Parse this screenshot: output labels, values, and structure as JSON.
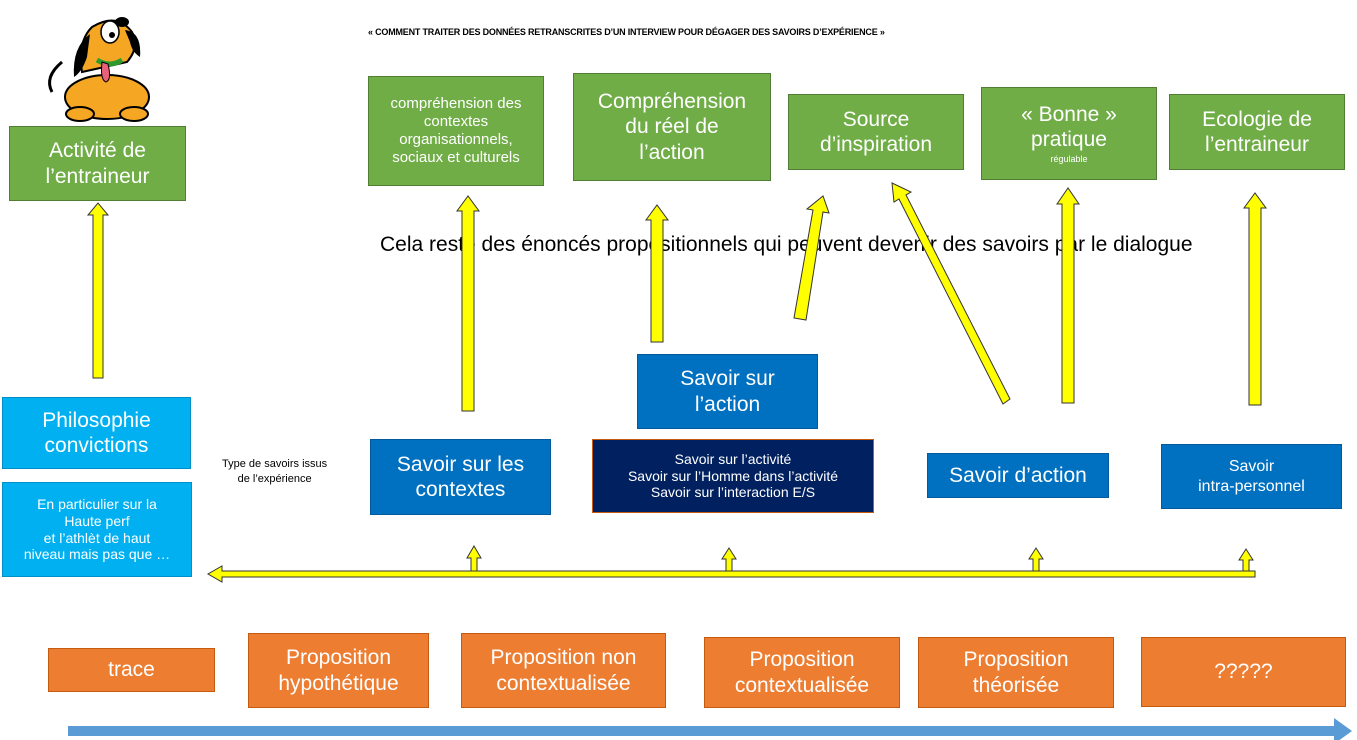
{
  "title": "« COMMENT TRAITER DES DONNÉES RETRANSCRITES D’UN INTERVIEW POUR DÉGAGER DES SAVOIRS D’EXPÉRIENCE »",
  "statement": "Cela reste des énoncés propositionnels qui peuvent devenir des savoirs par le dialogue",
  "left": {
    "activite": "Activité de\nl’entraineur",
    "philosophie": "Philosophie\nconvictions",
    "particulier": "En particulier sur la\nHaute perf\net l’athlèt de haut\nniveau mais pas que …"
  },
  "outcomes": {
    "comprehension_contextes": "compréhension des\ncontextes\norganisationnels,\nsociaux et culturels",
    "comprehension_reel": "Compréhension\ndu réel de\nl’action",
    "source": "Source\nd’inspiration",
    "bonne_pratique": "« Bonne »\npratique",
    "regulable": "régulable",
    "ecologie": "Ecologie de\nl’entraineur"
  },
  "knowledge": {
    "type_label": "Type de savoirs issus\nde l’expérience",
    "sur_action": "Savoir sur\nl’action",
    "sur_contextes": "Savoir  sur les\ncontextes",
    "activite_detail": "Savoir sur l’activité\nSavoir sur l’Homme dans l’activité\nSavoir sur l’interaction E/S",
    "savoir_action": "Savoir d’action",
    "intra": "Savoir\nintra-personnel"
  },
  "stages": [
    "trace",
    "Proposition\nhypothétique",
    "Proposition non\ncontextualisée",
    "Proposition\ncontextualisée",
    "Proposition\nthéorisée",
    "?????"
  ],
  "colors": {
    "green": "#70ad47",
    "cyan": "#00b0f0",
    "blue": "#0070c0",
    "navy": "#002060",
    "orange": "#ed7d31",
    "arrow_yellow": "#ffff00",
    "timeline_blue": "#5b9bd5"
  },
  "icons": {
    "mascot": "cartoon-dog-icon"
  }
}
